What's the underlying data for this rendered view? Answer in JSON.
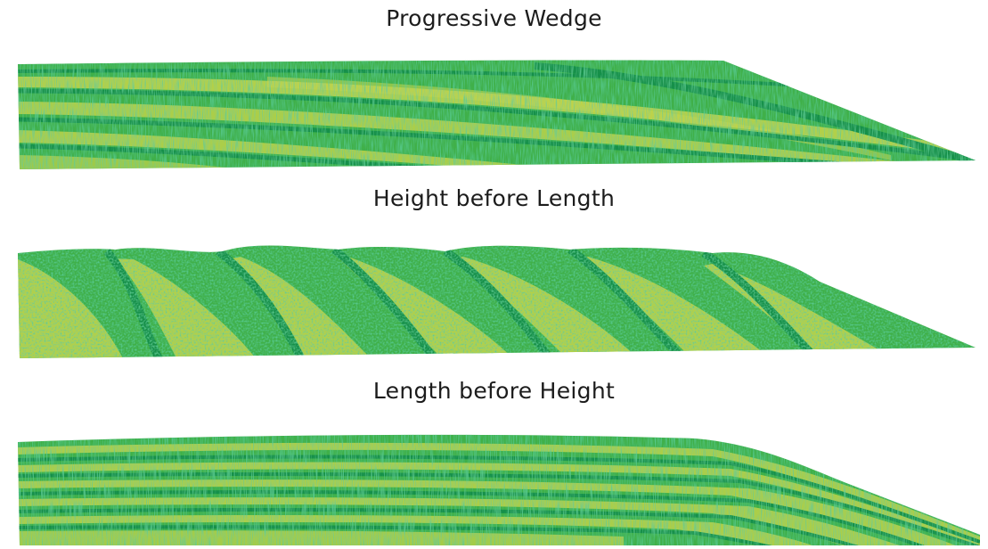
{
  "colors": {
    "deep_green": "#1a9c4a",
    "mid_green": "#3fb04a",
    "light_yellow_green": "#c7d64a",
    "background": "#ffffff"
  },
  "diagrams": [
    {
      "id": "progressive-wedge",
      "title": "Progressive Wedge"
    },
    {
      "id": "height-before-length",
      "title": "Height before Length"
    },
    {
      "id": "length-before-height",
      "title": "Length before Height"
    }
  ]
}
